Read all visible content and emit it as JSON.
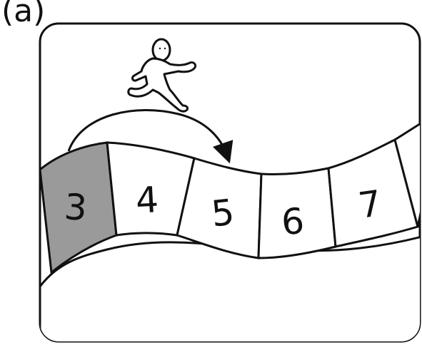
{
  "panel_label": "(a)",
  "board": {
    "cells": [
      {
        "number": "3",
        "state": "shaded"
      },
      {
        "number": "4",
        "state": "plain"
      },
      {
        "number": "5",
        "state": "plain"
      },
      {
        "number": "6",
        "state": "plain"
      },
      {
        "number": "7",
        "state": "plain"
      }
    ],
    "shaded_fill": "#9a9a9a",
    "plain_fill": "#ffffff",
    "stroke": "#111111"
  },
  "jump_arrow": {
    "from_cell": "3",
    "to_cell": "5"
  },
  "figure_icon": "running-person-icon"
}
